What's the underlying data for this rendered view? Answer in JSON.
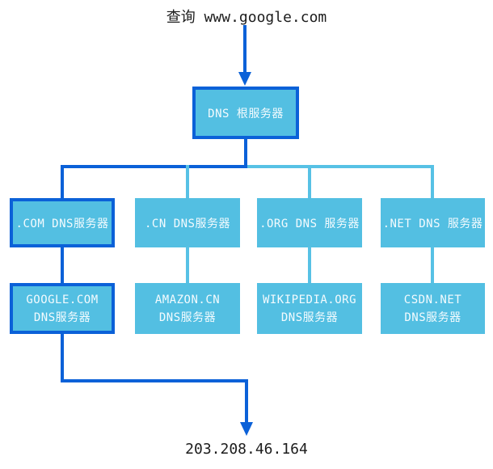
{
  "title": {
    "query_label": "查询 www.google.com",
    "result_ip": "203.208.46.164"
  },
  "colors": {
    "highlight_path": "#0b61d8",
    "node_fill": "#53bfe2",
    "connector_light": "#57c1e5",
    "node_text": "#f4fbfe",
    "label_text": "#1c1c1c"
  },
  "nodes": {
    "root": {
      "label": "DNS 根服务器"
    },
    "tlds": [
      {
        "id": "com",
        "label": ".COM DNS服务器",
        "highlighted": true
      },
      {
        "id": "cn",
        "label": ".CN DNS服务器",
        "highlighted": false
      },
      {
        "id": "org",
        "label": ".ORG DNS 服务器",
        "highlighted": false
      },
      {
        "id": "net",
        "label": ".NET DNS 服务器",
        "highlighted": false
      }
    ],
    "authoritative": [
      {
        "id": "google",
        "line1": "GOOGLE.COM",
        "line2": "DNS服务器",
        "highlighted": true
      },
      {
        "id": "amazon",
        "line1": "AMAZON.CN",
        "line2": "DNS服务器",
        "highlighted": false
      },
      {
        "id": "wikipedia",
        "line1": "WIKIPEDIA.ORG",
        "line2": "DNS服务器",
        "highlighted": false
      },
      {
        "id": "csdn",
        "line1": "CSDN.NET",
        "line2": "DNS服务器",
        "highlighted": false
      }
    ]
  }
}
